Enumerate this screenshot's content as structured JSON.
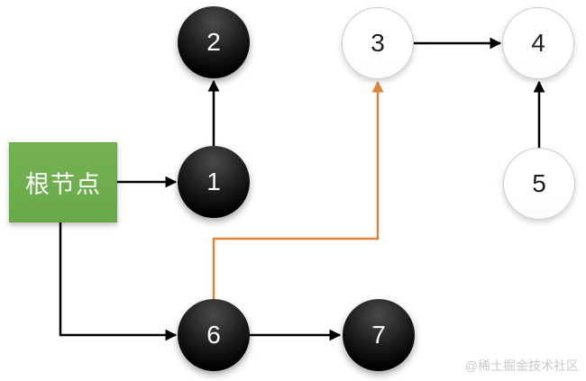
{
  "diagram": {
    "title": "tree-traversal-diagram",
    "root": {
      "id": "root",
      "label": "根节点",
      "shape": "rectangle",
      "fill": "#6fae4e",
      "text_color": "#ffffff"
    },
    "nodes": [
      {
        "id": "1",
        "label": "1",
        "style": "filled-black"
      },
      {
        "id": "2",
        "label": "2",
        "style": "filled-black"
      },
      {
        "id": "3",
        "label": "3",
        "style": "outline-white"
      },
      {
        "id": "4",
        "label": "4",
        "style": "outline-white"
      },
      {
        "id": "5",
        "label": "5",
        "style": "outline-white"
      },
      {
        "id": "6",
        "label": "6",
        "style": "filled-black"
      },
      {
        "id": "7",
        "label": "7",
        "style": "filled-black"
      }
    ],
    "edges": [
      {
        "from": "root",
        "to": "1",
        "color": "#000000",
        "routing": "straight"
      },
      {
        "from": "1",
        "to": "2",
        "color": "#000000",
        "routing": "straight"
      },
      {
        "from": "3",
        "to": "4",
        "color": "#000000",
        "routing": "straight"
      },
      {
        "from": "5",
        "to": "4",
        "color": "#000000",
        "routing": "straight"
      },
      {
        "from": "root",
        "to": "6",
        "color": "#000000",
        "routing": "elbow"
      },
      {
        "from": "6",
        "to": "7",
        "color": "#000000",
        "routing": "straight"
      },
      {
        "from": "6",
        "to": "3",
        "color": "#e0843a",
        "routing": "elbow"
      }
    ],
    "colors": {
      "edge_default": "#000000",
      "edge_highlight": "#e0843a",
      "node_black": "#0a0a0a",
      "node_white": "#ffffff",
      "root_green": "#6fae4e"
    }
  },
  "watermark": {
    "text": "@稀土掘金技术社区"
  }
}
